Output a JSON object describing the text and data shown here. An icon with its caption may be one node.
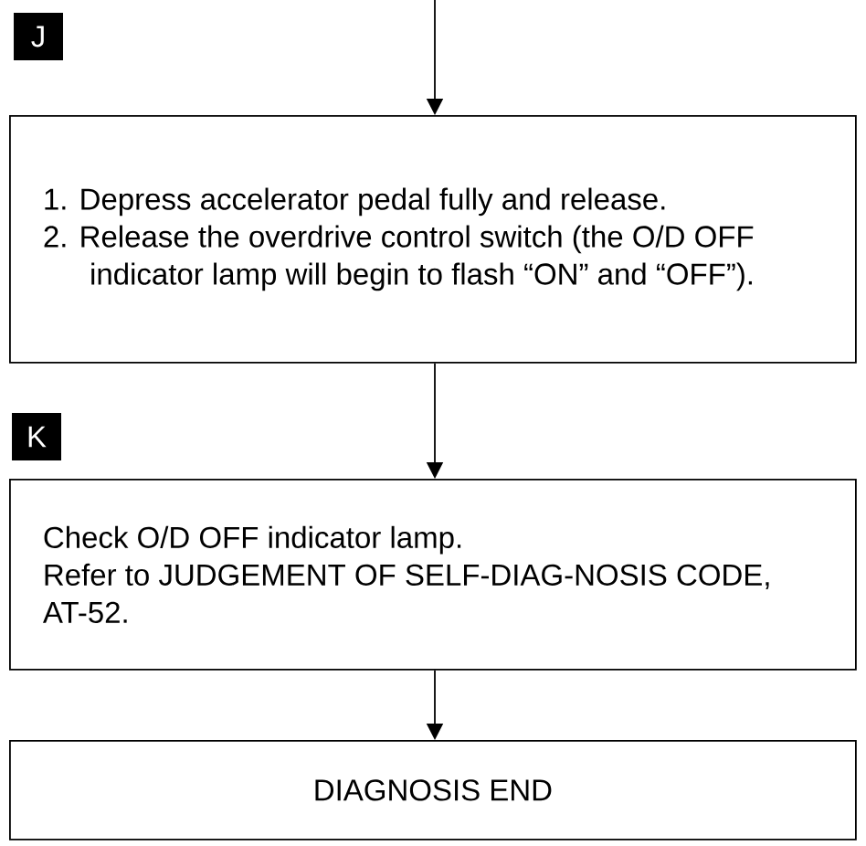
{
  "diagram": {
    "nodes": [
      {
        "text": [
          "1. Depress accelerator pedal fully and release.",
          "2. Release the overdrive control switch (the O/D OFF indicator lamp will begin to flash “ON” and “OFF”)."
        ]
      },
      {
        "text": [
          "Check O/D OFF indicator lamp.",
          "Refer to JUDGEMENT OF SELF-DIAG-NOSIS CODE, AT-52."
        ]
      },
      {
        "text": [
          "DIAGNOSIS END"
        ]
      }
    ],
    "edges": [
      {
        "from": null,
        "to": 0,
        "arrow": "to"
      },
      {
        "from": 0,
        "to": 1,
        "arrow": "to"
      },
      {
        "from": 1,
        "to": 2,
        "arrow": "to"
      }
    ],
    "labels": [
      "J",
      "K"
    ]
  }
}
